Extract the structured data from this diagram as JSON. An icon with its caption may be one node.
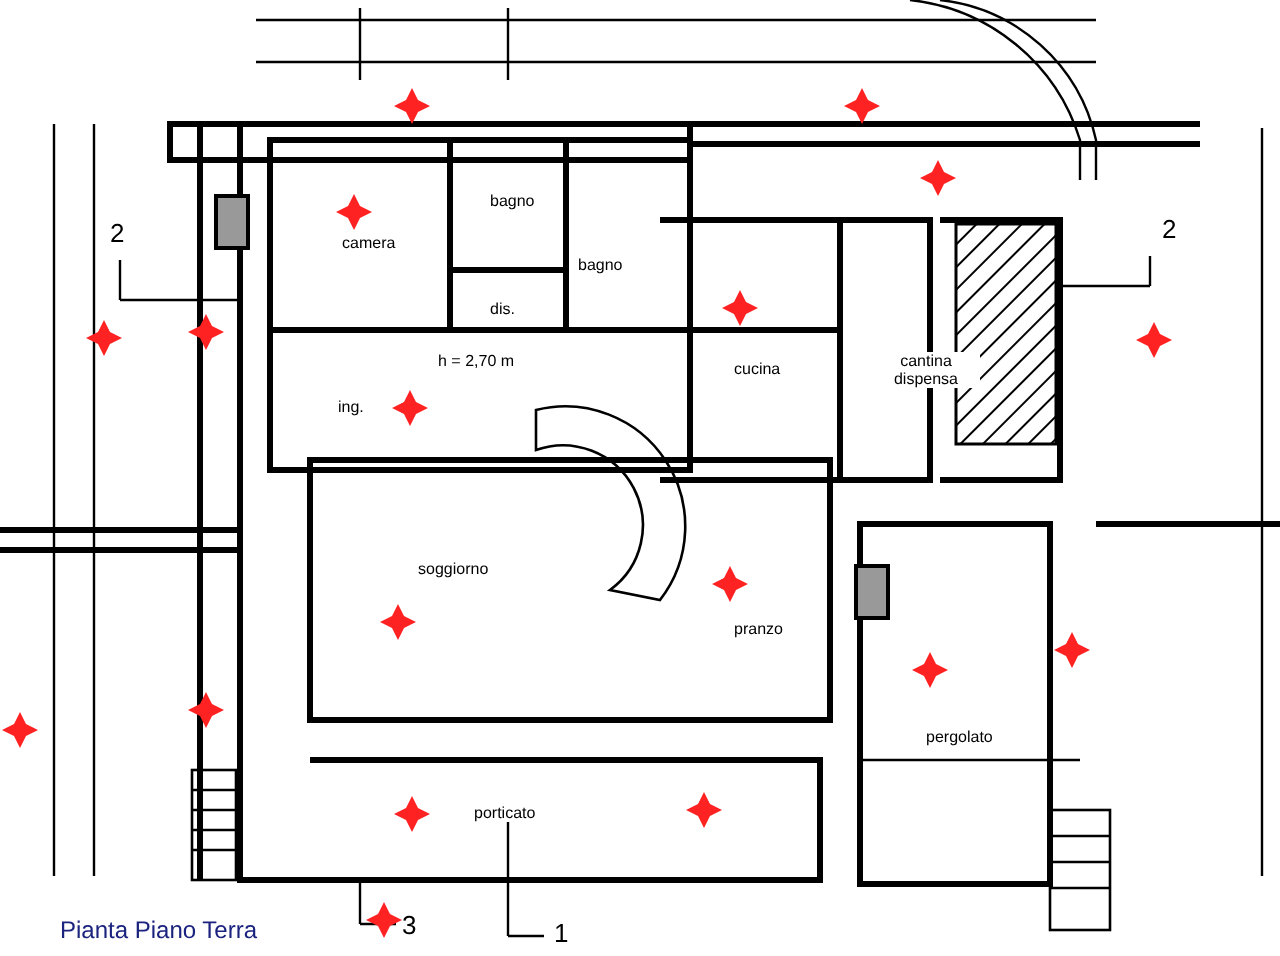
{
  "diagram": {
    "title": "Pianta Piano Terra",
    "labels": [
      "bagno",
      "2",
      "camera",
      "2",
      "bagno",
      "cantina dispensa",
      "dis.",
      "cucina",
      "h = 2,70 m",
      "ing.",
      "soggiorno",
      "pranzo",
      "pergolato",
      "porticato",
      "3",
      "1"
    ]
  }
}
